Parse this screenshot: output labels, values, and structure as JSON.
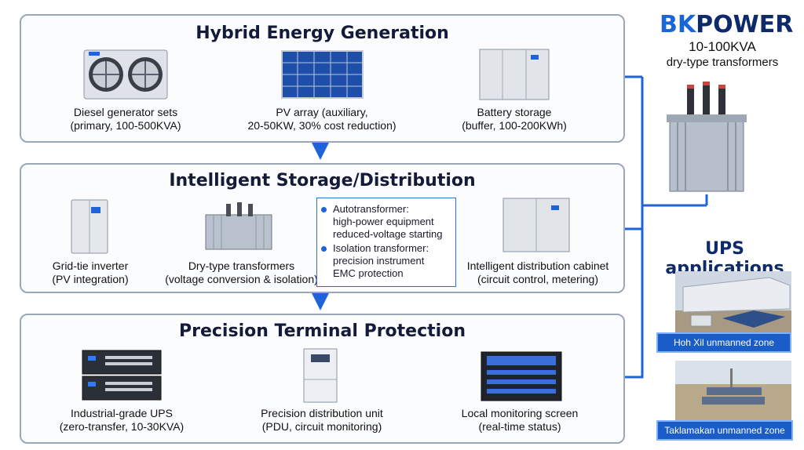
{
  "brand": {
    "name_part1": "BK",
    "name_part2": "POWER",
    "line1": "10-100KVA",
    "line2": "dry-type transformers"
  },
  "panels": {
    "generation": {
      "title": "Hybrid Energy Generation",
      "items": [
        {
          "line1": "Diesel generator sets",
          "line2": "(primary, 100-500KVA)"
        },
        {
          "line1": "PV array (auxiliary,",
          "line2": "20-50KW, 30% cost reduction)"
        },
        {
          "line1": "Battery storage",
          "line2": "(buffer, 100-200KWh)"
        }
      ]
    },
    "storage": {
      "title": "Intelligent Storage/Distribution",
      "items": [
        {
          "line1": "Grid-tie inverter",
          "line2": "(PV integration)"
        },
        {
          "line1": "Dry-type transformers",
          "line2": "(voltage conversion & isolation)"
        },
        {
          "line1": "Intelligent distribution cabinet",
          "line2": "(circuit control, metering)"
        }
      ],
      "annotation": [
        {
          "l1": "Autotransformer:",
          "l2": "high-power equipment",
          "l3": "reduced-voltage starting"
        },
        {
          "l1": "Isolation transformer:",
          "l2": "precision instrument",
          "l3": "EMC protection"
        }
      ]
    },
    "terminal": {
      "title": "Precision Terminal Protection",
      "items": [
        {
          "line1": "Industrial-grade UPS",
          "line2": "(zero-transfer, 10-30KVA)"
        },
        {
          "line1": "Precision distribution unit",
          "line2": "(PDU, circuit monitoring)"
        },
        {
          "line1": "Local monitoring screen",
          "line2": "(real-time status)"
        }
      ]
    }
  },
  "ups": {
    "title": "UPS applications",
    "sites": [
      "Hoh Xil unmanned zone",
      "Taklamakan unmanned zone"
    ]
  },
  "colors": {
    "accent": "#1e63d8",
    "panel_border": "#9aa7b8",
    "title": "#141a3a",
    "badge": "#1a5cc8"
  }
}
